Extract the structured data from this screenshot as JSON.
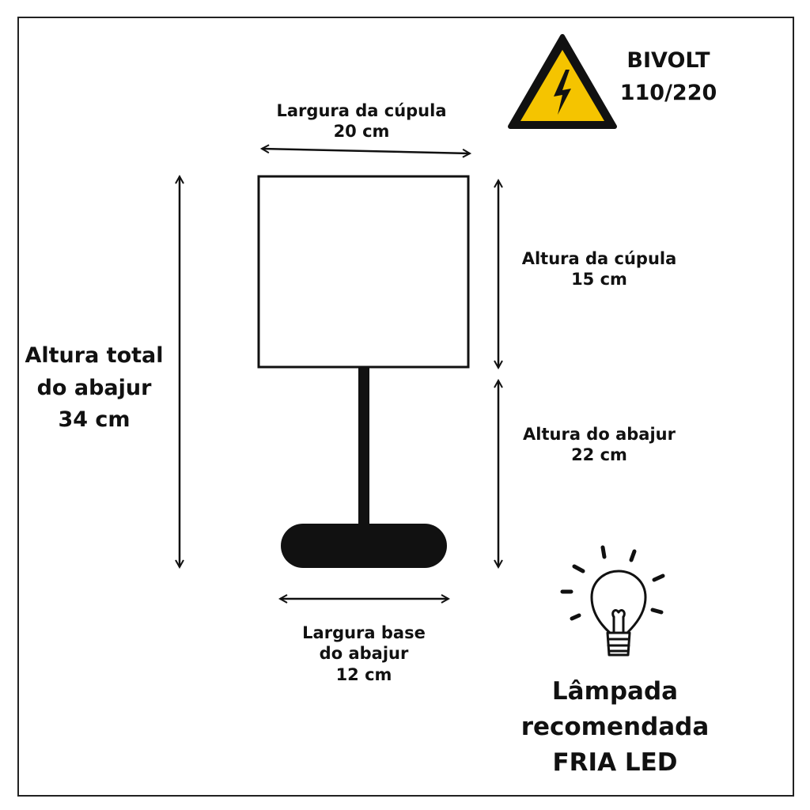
{
  "voltage": {
    "line1": "BIVOLT",
    "line2": "110/220",
    "warning_color": "#F5C400"
  },
  "shade_width": {
    "line1": "Largura da cúpula",
    "line2": "20 cm"
  },
  "shade_height": {
    "line1": "Altura da cúpula",
    "line2": "15 cm"
  },
  "total_height": {
    "line1": "Altura total",
    "line2": "do abajur",
    "line3": "34 cm"
  },
  "lamp_height": {
    "line1": "Altura do abajur",
    "line2": "22 cm"
  },
  "base_width": {
    "line1": "Largura base",
    "line2": "do abajur",
    "line3": "12 cm"
  },
  "bulb": {
    "line1": "Lâmpada",
    "line2": "recomendada",
    "line3": "FRIA LED"
  }
}
